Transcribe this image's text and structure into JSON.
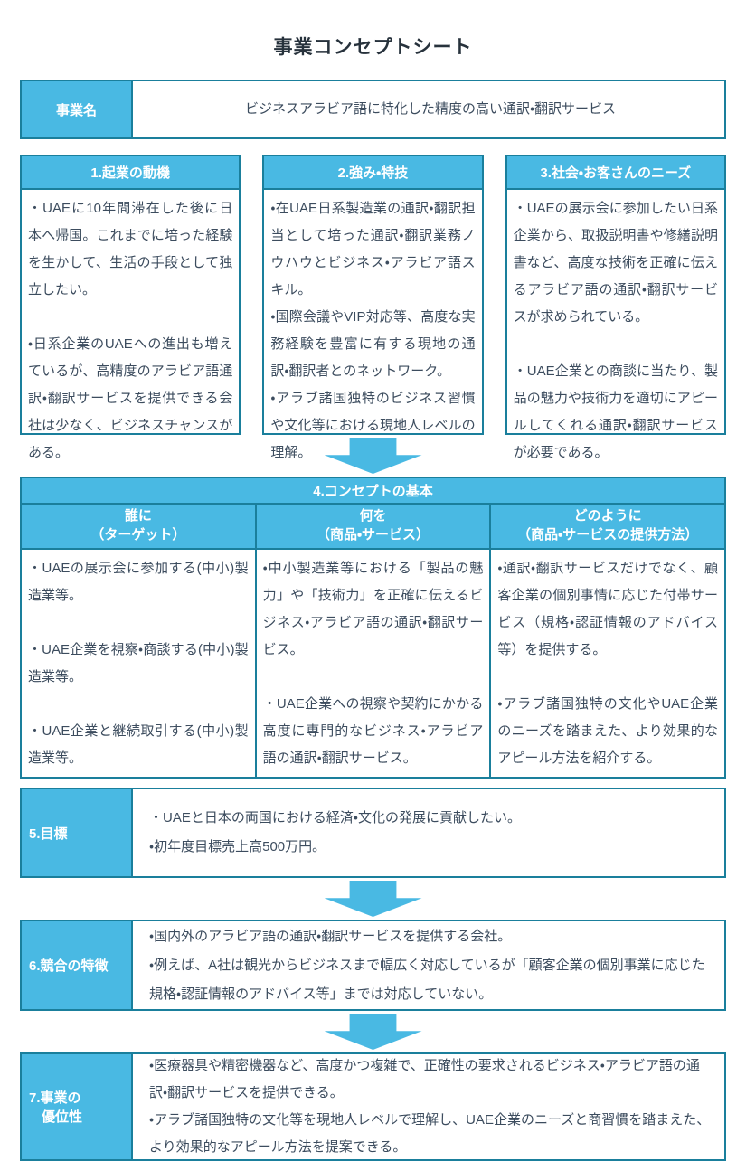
{
  "title": "事業コンセプトシート",
  "colors": {
    "accent_blue": "#49b9e3",
    "border_teal": "#1a7f9c",
    "body_text": "#3c4c5e",
    "header_text": "#ffffff"
  },
  "icons": {
    "down_arrow": "block-arrow-down"
  },
  "business_name": {
    "label": "事業名",
    "value": "ビジネスアラビア語に特化した精度の高い通訳・翻訳サービス"
  },
  "top_boxes": [
    {
      "title": "1.起業の動機",
      "paragraphs": [
        "・UAEに10年間滞在した後に日本へ帰国。これまでに培った経験を生かして、生活の手段として独立したい。",
        "・日系企業のUAEへの進出も増えているが、高精度のアラビア語通訳・翻訳サービスを提供できる会社は少なく、ビジネスチャンスがある。"
      ]
    },
    {
      "title": "2.強み・特技",
      "paragraphs": [
        "・在UAE日系製造業の通訳・翻訳担当として培った通訳・翻訳業務ノウハウとビジネス・アラビア語スキル。",
        "・国際会議やVIP対応等、高度な実務経験を豊富に有する現地の通訳・翻訳者とのネットワーク。",
        "・アラブ諸国独特のビジネス習慣や文化等における現地人レベルの理解。"
      ]
    },
    {
      "title": "3.社会・お客さんのニーズ",
      "paragraphs": [
        "・UAEの展示会に参加したい日系企業から、取扱説明書や修繕説明書など、高度な技術を正確に伝えるアラビア語の通訳・翻訳サービスが求められている。",
        "・UAE企業との商談に当たり、製品の魅力や技術力を適切にアピールしてくれる通訳・翻訳サービスが必要である。"
      ]
    }
  ],
  "concept": {
    "title": "4.コンセプトの基本",
    "columns": [
      {
        "header1": "誰に",
        "header2": "（ターゲット）",
        "paragraphs": [
          "・UAEの展示会に参加する(中小)製造業等。",
          "・UAE企業を視察・商談する(中小)製造業等。",
          "・UAE企業と継続取引する(中小)製造業等。"
        ]
      },
      {
        "header1": "何を",
        "header2": "（商品・サービス）",
        "paragraphs": [
          "・中小製造業等における「製品の魅力」や「技術力」を正確に伝えるビジネス・アラビア語の通訳・翻訳サービス。",
          "・UAE企業への視察や契約にかかる高度に専門的なビジネス・アラビア語の通訳・翻訳サービス。"
        ]
      },
      {
        "header1": "どのように",
        "header2": "（商品・サービスの提供方法）",
        "paragraphs": [
          "・通訳・翻訳サービスだけでなく、顧客企業の個別事情に応じた付帯サービス（規格・認証情報のアドバイス等）を提供する。",
          "・アラブ諸国独特の文化やUAE企業のニーズを踏まえた、より効果的なアピール方法を紹介する。"
        ]
      }
    ]
  },
  "goal": {
    "label": "5.目標",
    "lines": [
      "・UAEと日本の両国における経済・文化の発展に貢献したい。",
      "・初年度目標売上高500万円。"
    ]
  },
  "competitors": {
    "label": "6.競合の特徴",
    "lines": [
      "・国内外のアラビア語の通訳・翻訳サービスを提供する会社。",
      "・例えば、A社は観光からビジネスまで幅広く対応しているが「顧客企業の個別事業に応じた規格・認証情報のアドバイス等」までは対応していない。"
    ]
  },
  "advantage": {
    "label1": "7.事業の",
    "label2": "優位性",
    "lines": [
      "・医療器具や精密機器など、高度かつ複雑で、正確性の要求されるビジネス・アラビア語の通訳・翻訳サービスを提供できる。",
      "・アラブ諸国独特の文化等を現地人レベルで理解し、UAE企業のニーズと商習慣を踏まえた、より効果的なアピール方法を提案できる。"
    ]
  }
}
